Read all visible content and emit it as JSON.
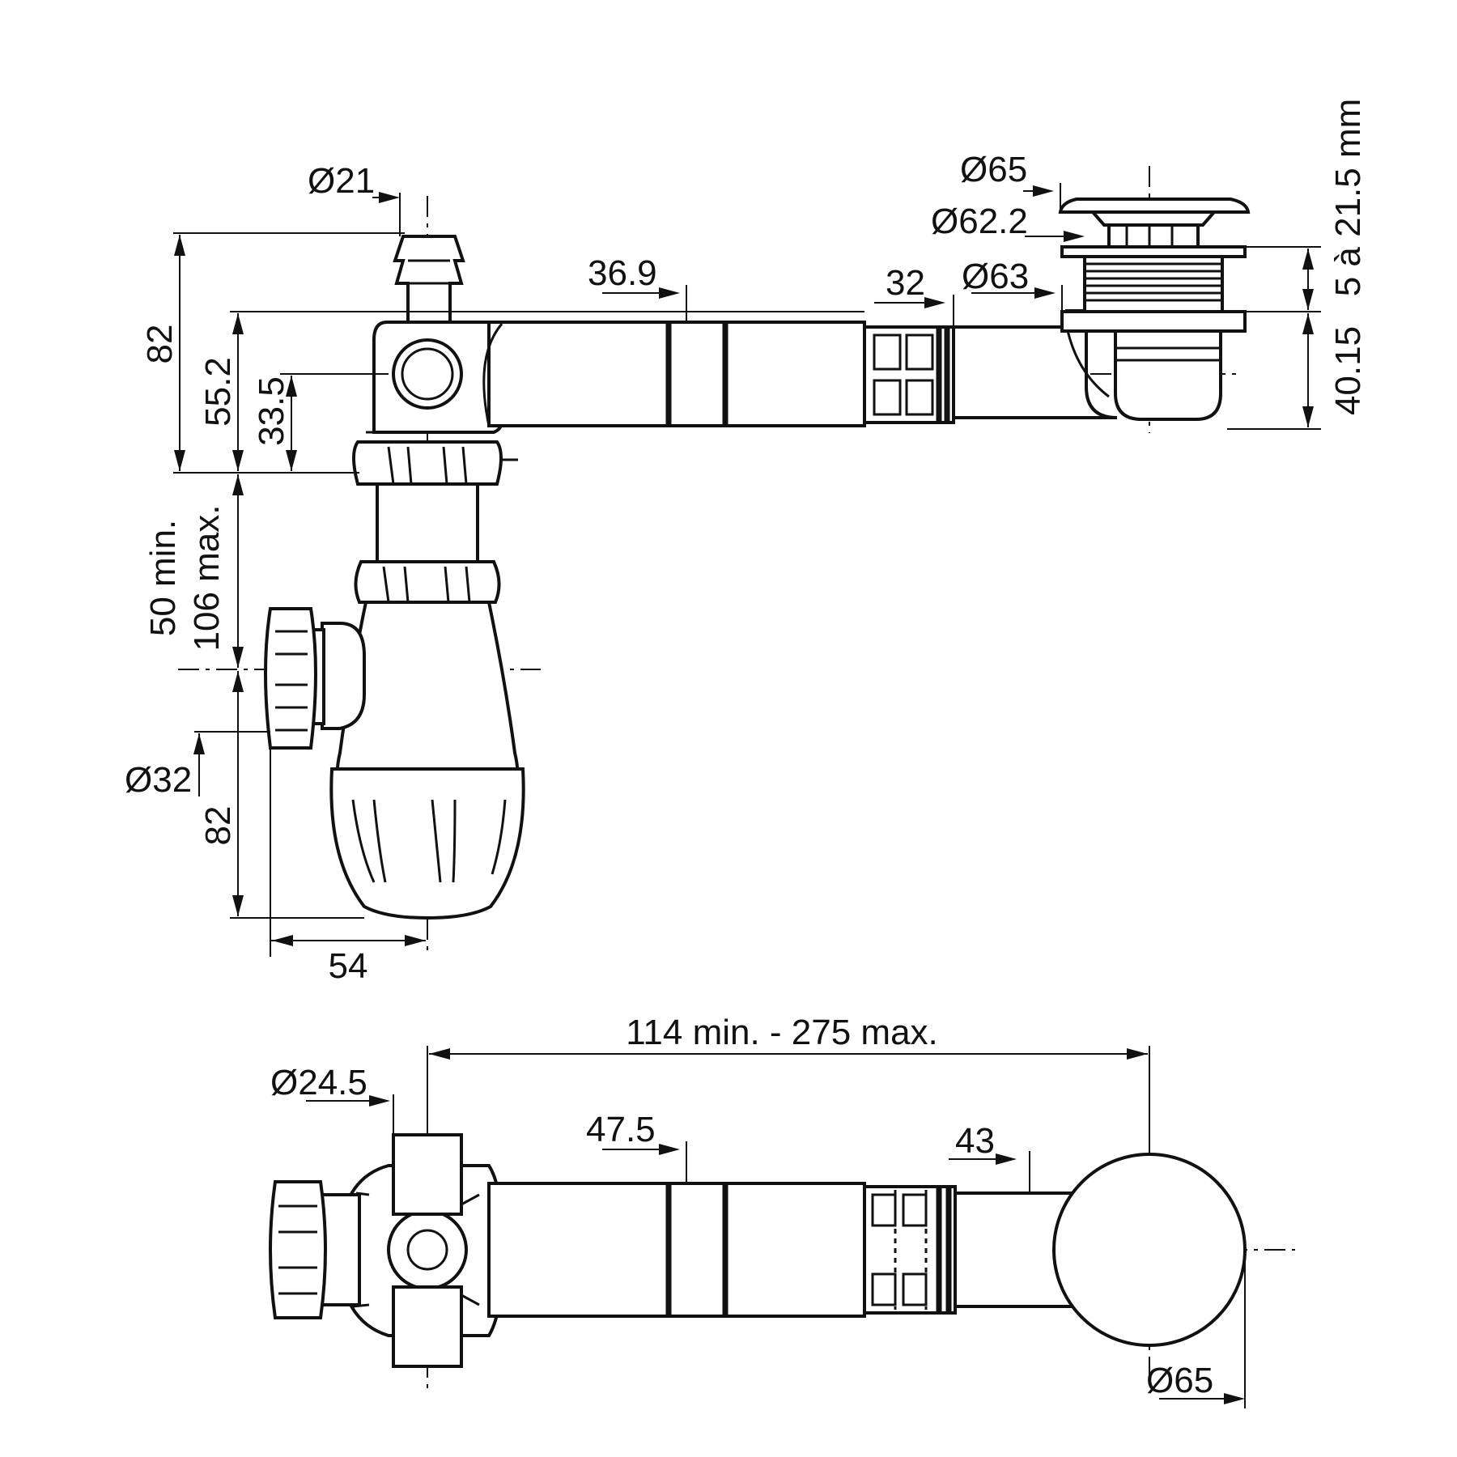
{
  "side_view": {
    "labels": {
      "inlet_diameter": "Ø21",
      "total_height": "82",
      "height_552": "55.2",
      "axis_height": "33.5",
      "tube_diameter": "36.9",
      "connector_diameter": "32",
      "body_diameter": "Ø63",
      "cap_diameter": "Ø65",
      "flange_diameter": "Ø62.2",
      "thread_range": "5 à 21.5 mm",
      "drop_height": "40.15",
      "extension_min": "50 min.",
      "extension_max": "106 max.",
      "outlet_diameter": "Ø32",
      "trap_height": "82",
      "trap_offset": "54"
    }
  },
  "top_view": {
    "labels": {
      "span": "114 min. - 275 max.",
      "inlet_diameter": "Ø24.5",
      "tube_diameter": "47.5",
      "connector_width": "43",
      "cap_diameter": "Ø65"
    }
  }
}
